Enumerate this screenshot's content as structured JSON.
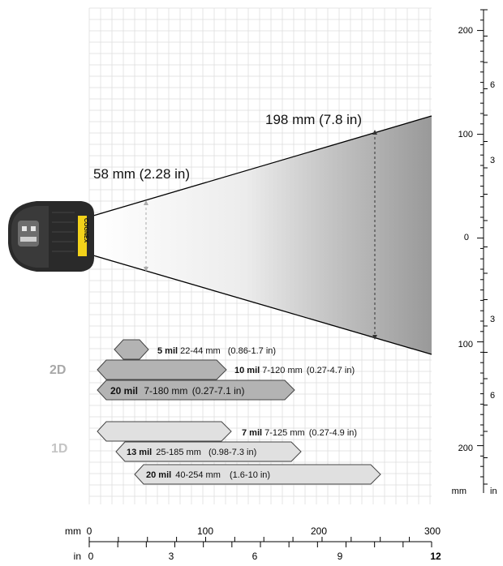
{
  "fov": {
    "near_label": "58 mm (2.28 in)",
    "far_label": "198 mm (7.8 in)"
  },
  "sections": {
    "label_2d": "2D",
    "label_1d": "1D"
  },
  "ranges_2d": [
    {
      "size": "5 mil",
      "range_mm": "22-44 mm",
      "range_in": "(0.86-1.7 in)"
    },
    {
      "size": "10 mil",
      "range_mm": "7-120 mm",
      "range_in": "(0.27-4.7 in)"
    },
    {
      "size": "20 mil",
      "range_mm": "7-180 mm",
      "range_in": "(0.27-7.1 in)"
    }
  ],
  "ranges_1d": [
    {
      "size": "7 mil",
      "range_mm": "7-125 mm",
      "range_in": "(0.27-4.9 in)"
    },
    {
      "size": "13 mil",
      "range_mm": "25-185 mm",
      "range_in": "(0.98-7.3 in)"
    },
    {
      "size": "20 mil",
      "range_mm": "40-254 mm",
      "range_in": "(1.6-10 in)"
    }
  ],
  "right_scale": {
    "mm_ticks": [
      "200",
      "100",
      "0",
      "100",
      "200"
    ],
    "in_ticks": [
      "6",
      "3",
      "3",
      "6"
    ],
    "unit_mm": "mm",
    "unit_in": "in"
  },
  "bottom_scale": {
    "mm_unit": "mm",
    "in_unit": "in",
    "mm_ticks": [
      "0",
      "100",
      "200",
      "300"
    ],
    "in_ticks": [
      "0",
      "3",
      "6",
      "9",
      "12"
    ]
  },
  "device": {
    "brand": "COGNEX"
  },
  "colors": {
    "beam_dark": "#9a9a9a",
    "bar_2d": "#b3b3b3",
    "bar_1d": "#e0e0e0",
    "grid": "#dcdcdc"
  }
}
